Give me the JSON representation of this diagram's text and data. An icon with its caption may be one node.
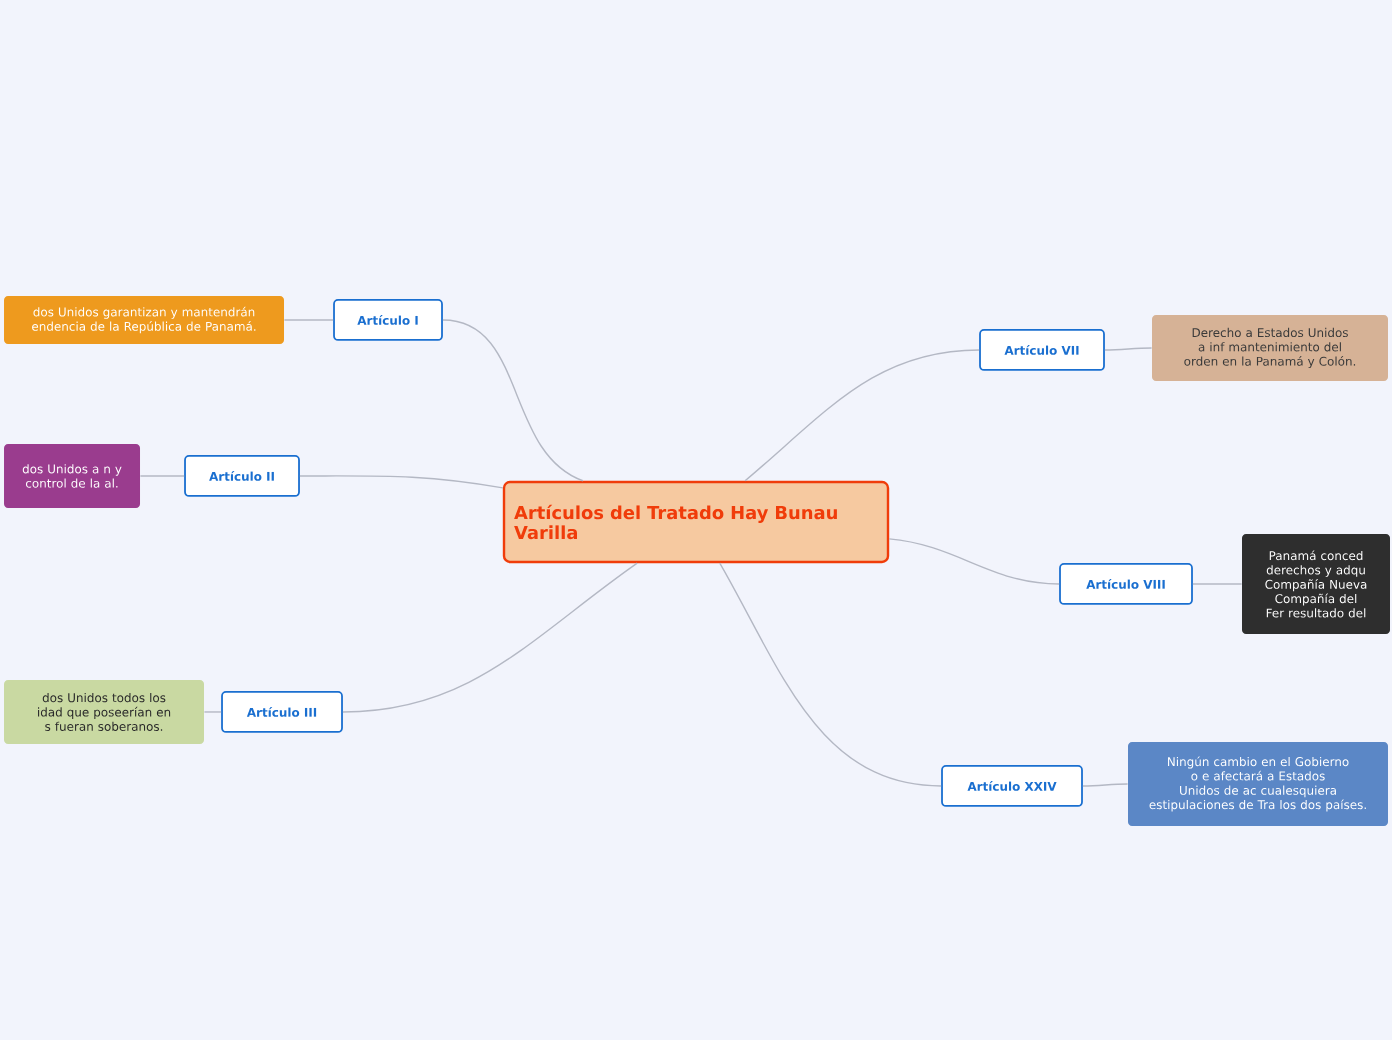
{
  "diagram": {
    "nodes": [
      {
        "text": [
          "Artículos del Tratado Hay Bunau Varilla"
        ]
      },
      {
        "text": [
          "Artículo I"
        ]
      },
      {
        "text": [
          "dos Unidos garantizan y mantendrán endencia de la República de Panamá."
        ]
      },
      {
        "text": [
          "Artículo II"
        ]
      },
      {
        "text": [
          "dos Unidos a n y control de la al."
        ]
      },
      {
        "text": [
          "Artículo III"
        ]
      },
      {
        "text": [
          "dos Unidos todos los idad que poseerían en s fueran soberanos."
        ]
      },
      {
        "text": [
          "Artículo VII"
        ]
      },
      {
        "text": [
          "Derecho a Estados Unidos a inf mantenimiento del orden en la Panamá y Colón."
        ]
      },
      {
        "text": [
          "Artículo VIII"
        ]
      },
      {
        "text": [
          "Panamá conced derechos y adqu Compañía Nueva Compañía del Fer resultado del"
        ]
      },
      {
        "text": [
          "Artículo XXIV"
        ]
      },
      {
        "text": [
          "Ningún cambio en el Gobierno o e afectará a Estados Unidos de ac cualesquiera estipulaciones de Tra los dos países."
        ]
      }
    ],
    "edges": [
      {
        "from": 0,
        "to": 1,
        "arrow": "none"
      },
      {
        "from": 1,
        "to": 2,
        "arrow": "none"
      },
      {
        "from": 0,
        "to": 3,
        "arrow": "none"
      },
      {
        "from": 3,
        "to": 4,
        "arrow": "none"
      },
      {
        "from": 0,
        "to": 5,
        "arrow": "none"
      },
      {
        "from": 5,
        "to": 6,
        "arrow": "none"
      },
      {
        "from": 0,
        "to": 7,
        "arrow": "none"
      },
      {
        "from": 7,
        "to": 8,
        "arrow": "none"
      },
      {
        "from": 0,
        "to": 9,
        "arrow": "none"
      },
      {
        "from": 9,
        "to": 10,
        "arrow": "none"
      },
      {
        "from": 0,
        "to": 11,
        "arrow": "none"
      },
      {
        "from": 11,
        "to": 12,
        "arrow": "none"
      }
    ]
  }
}
